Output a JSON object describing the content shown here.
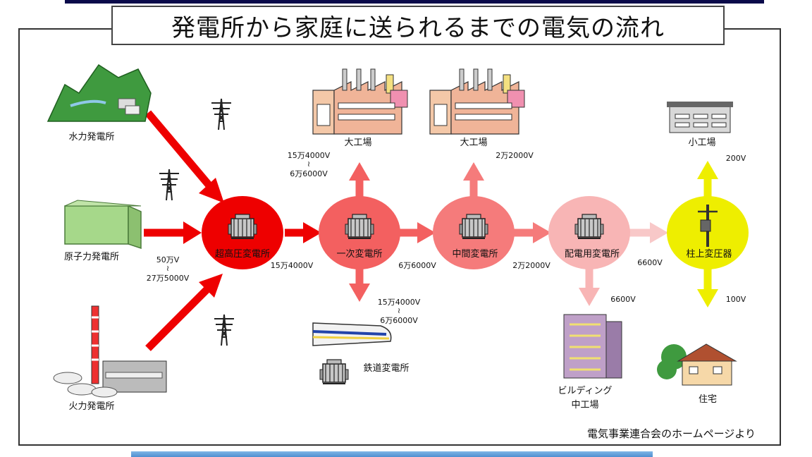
{
  "title": "発電所から家庭に送られるまでの電気の流れ",
  "source": "電気事業連合会のホームページより",
  "plants": {
    "hydro": "水力発電所",
    "nuclear": "原子力発電所",
    "thermal": "火力発電所"
  },
  "substations": {
    "ultra": "超高圧変電所",
    "primary": "一次変電所",
    "intermediate": "中間変電所",
    "distribution": "配電用変電所",
    "pole": "柱上変圧器",
    "railway": "鉄道変電所"
  },
  "consumers": {
    "factory1": "大工場",
    "factory2": "大工場",
    "small_factory": "小工場",
    "building_line1": "ビルディング",
    "building_line2": "中工場",
    "house": "住宅"
  },
  "voltages": {
    "plant_out_top": "50万V",
    "plant_out_tilde": "≀",
    "plant_out_bottom": "27万5000V",
    "ultra_to_primary": "15万4000V",
    "factory1_top": "15万4000V",
    "factory1_tilde": "≀",
    "factory1_bottom": "6万6000V",
    "factory2": "2万2000V",
    "primary_to_intermediate": "6万6000V",
    "intermediate_to_distribution": "2万2000V",
    "distribution_to_pole": "6600V",
    "building": "6600V",
    "railway_top": "15万4000V",
    "railway_tilde": "≀",
    "railway_bottom": "6万6000V",
    "small_factory": "200V",
    "house": "100V"
  },
  "colors": {
    "ultra": "#ee0000",
    "primary": "#f36060",
    "intermediate": "#f57b7b",
    "distribution": "#f8b5b5",
    "pole": "#eeee00"
  }
}
